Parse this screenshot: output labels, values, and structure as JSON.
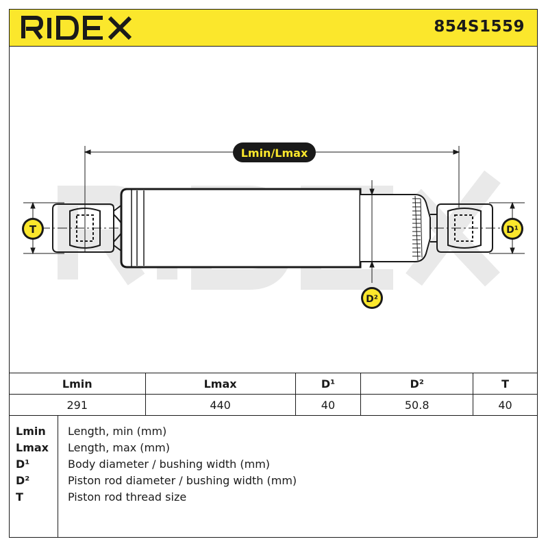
{
  "header": {
    "brand": "RIDEX",
    "part_number": "854S1559",
    "background_color": "#fbe72c"
  },
  "drawing": {
    "labels": {
      "length": "Lmin/Lmax",
      "thread": "T",
      "diameter_1": "D¹",
      "diameter_2": "D²"
    },
    "watermark": "RIDEX"
  },
  "specs": {
    "headers": [
      "Lmin",
      "Lmax",
      "D¹",
      "D²",
      "T"
    ],
    "values": [
      "291",
      "440",
      "40",
      "50.8",
      "40"
    ]
  },
  "legend": [
    {
      "code": "Lmin",
      "description": "Length, min (mm)"
    },
    {
      "code": "Lmax",
      "description": "Length, max (mm)"
    },
    {
      "code": "D¹",
      "description": "Body diameter / bushing width (mm)"
    },
    {
      "code": "D²",
      "description": "Piston rod diameter / bushing width (mm)"
    },
    {
      "code": "T",
      "description": "Piston rod thread size"
    }
  ]
}
